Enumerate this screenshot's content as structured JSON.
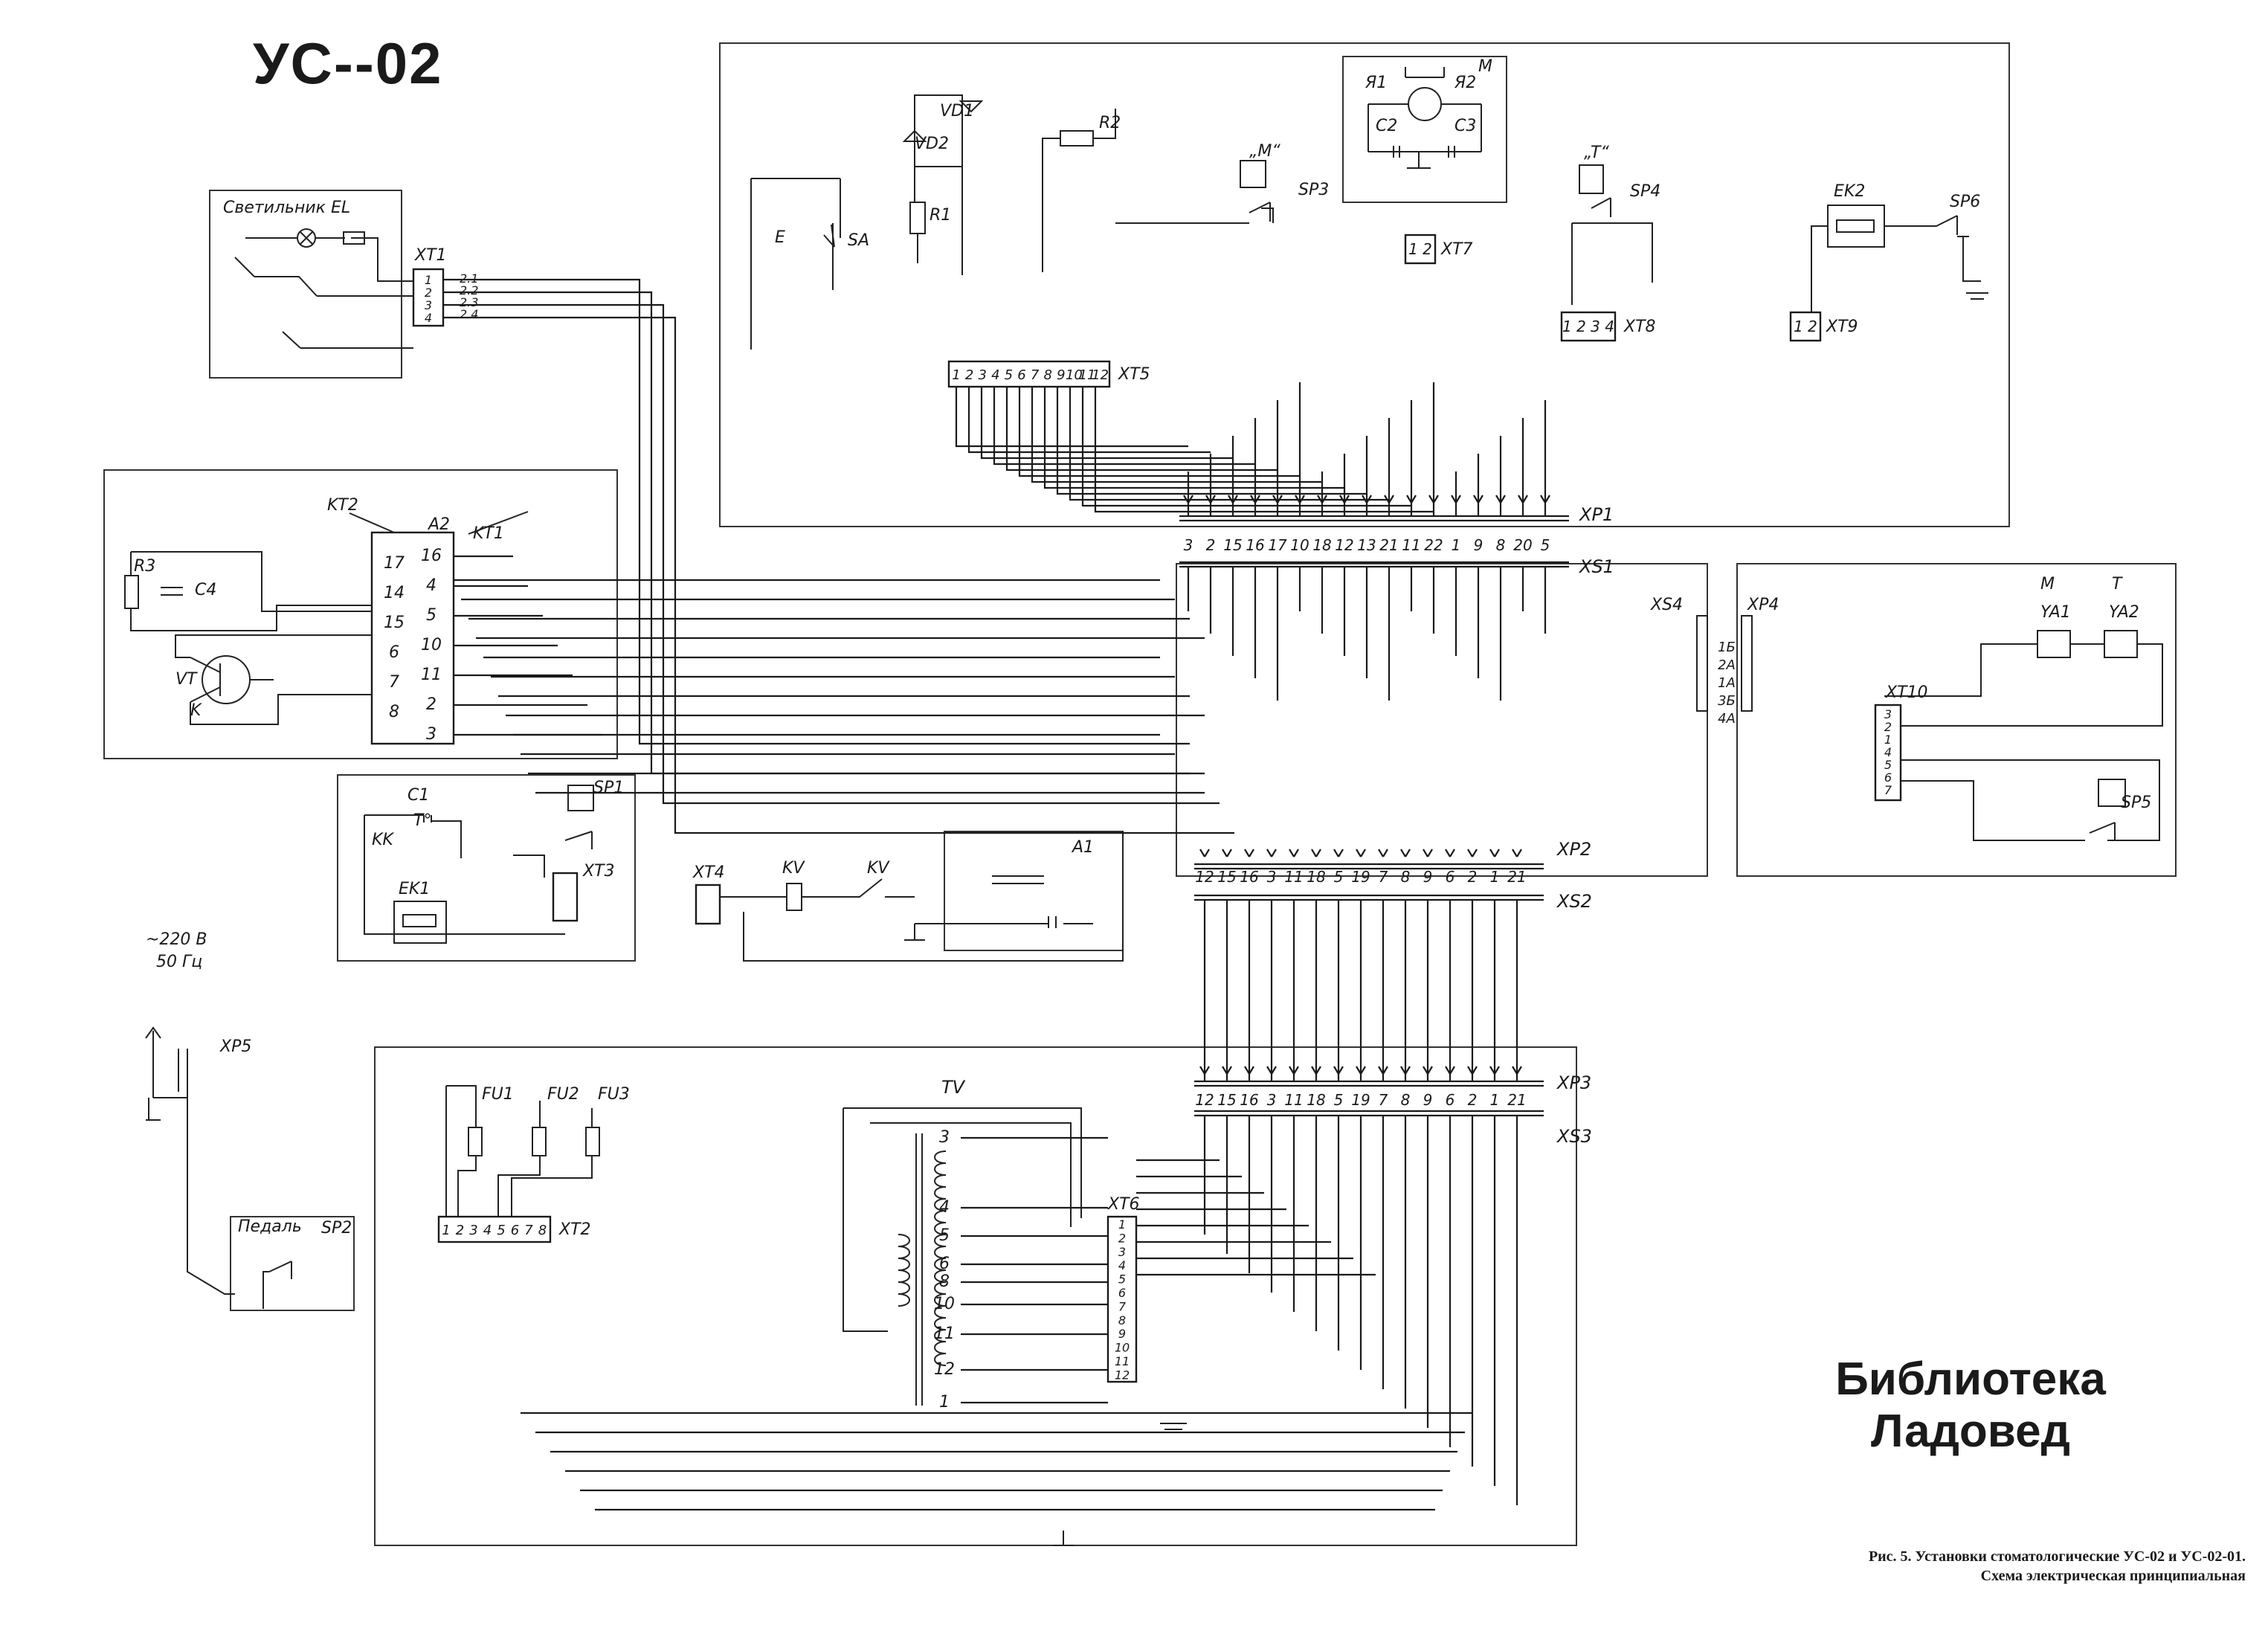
{
  "title": "УС--02",
  "library": {
    "line1": "Библиотека",
    "line2": "Ладовед"
  },
  "caption": {
    "line1": "Рис. 5. Установки стоматологические УС-02 и УС-02-01.",
    "line2": "Схема электрическая принципиальная"
  },
  "labels": {
    "lamp": "Светильник EL",
    "pedal": "Педаль",
    "sp2": "SP2",
    "power_line1": "~220 В",
    "power_line2": "50 Гц",
    "xp5": "XP5",
    "xt1": "XT1",
    "xt2": "XT2",
    "xt3": "XT3",
    "xt4": "XT4",
    "xt5": "XT5",
    "xt6": "XT6",
    "xt7": "XT7",
    "xt8": "XT8",
    "xt9": "XT9",
    "xt10": "XT10",
    "xp1": "XP1",
    "xp2": "XP2",
    "xp3": "XP3",
    "xp4": "XP4",
    "xs1": "XS1",
    "xs2": "XS2",
    "xs3": "XS3",
    "xs4": "XS4",
    "kt1": "KT1",
    "kt2": "KT2",
    "a2": "A2",
    "a1": "A1",
    "r1": "R1",
    "r2": "R2",
    "r3": "R3",
    "c1": "C1",
    "c2": "C2",
    "c3": "C3",
    "c4": "C4",
    "vd1": "VD1",
    "vd2": "VD2",
    "sa": "SA",
    "sp1": "SP1",
    "sp3": "SP3",
    "sp4": "SP4",
    "sp5": "SP5",
    "sp6": "SP6",
    "ek1": "EK1",
    "ek2": "EK2",
    "kv": "KV",
    "kk": "KK",
    "t_deg": "T°",
    "fu1": "FU1",
    "fu2": "FU2",
    "fu3": "FU3",
    "tv": "TV",
    "vt": "VT",
    "ya1": "YA1",
    "ya2": "YA2",
    "m": "M",
    "t": "T",
    "m_quote": "„M“",
    "t_quote": "„T“",
    "motor_m": "M",
    "ya1m": "Я1",
    "ya2m": "Я2",
    "k": "K",
    "e": "E"
  },
  "xp1_pins": [
    "3",
    "2",
    "15",
    "16",
    "17",
    "10",
    "18",
    "12",
    "13",
    "21",
    "11",
    "22",
    "1",
    "9",
    "8",
    "20",
    "5"
  ],
  "xp2_pins": [
    "12",
    "15",
    "16",
    "3",
    "11",
    "18",
    "5",
    "19",
    "7",
    "8",
    "9",
    "6",
    "2",
    "1",
    "21"
  ],
  "xp3_pins": [
    "12",
    "15",
    "16",
    "3",
    "11",
    "18",
    "5",
    "19",
    "7",
    "8",
    "9",
    "6",
    "2",
    "1",
    "21"
  ],
  "xt5_pins": [
    "1",
    "2",
    "3",
    "4",
    "5",
    "6",
    "7",
    "8",
    "9",
    "10",
    "11",
    "12"
  ],
  "xt6_pins": [
    "1",
    "2",
    "3",
    "4",
    "5",
    "6",
    "7",
    "8",
    "9",
    "10",
    "11",
    "12"
  ],
  "xt10_pins": [
    "3",
    "2",
    "1",
    "4",
    "5",
    "6",
    "7"
  ],
  "xt2_pins": [
    "1",
    "2",
    "3",
    "4",
    "5",
    "6",
    "7",
    "8"
  ],
  "xt1_pins": [
    "1",
    "2",
    "3",
    "4"
  ],
  "xt1_wires": [
    "2.1",
    "2.2",
    "2.3",
    "2.4"
  ],
  "kt_left_pins": [
    "17",
    "14",
    "15",
    "6",
    "7",
    "8"
  ],
  "kt_right_pins": [
    "16",
    "4",
    "5",
    "10",
    "11",
    "2",
    "3"
  ],
  "tv_taps": [
    "3",
    "4",
    "5",
    "6",
    "8",
    "10",
    "11",
    "12",
    "1"
  ],
  "xs4_pins": [
    "4A",
    "3Б",
    "1A",
    "2A",
    "1Б"
  ]
}
